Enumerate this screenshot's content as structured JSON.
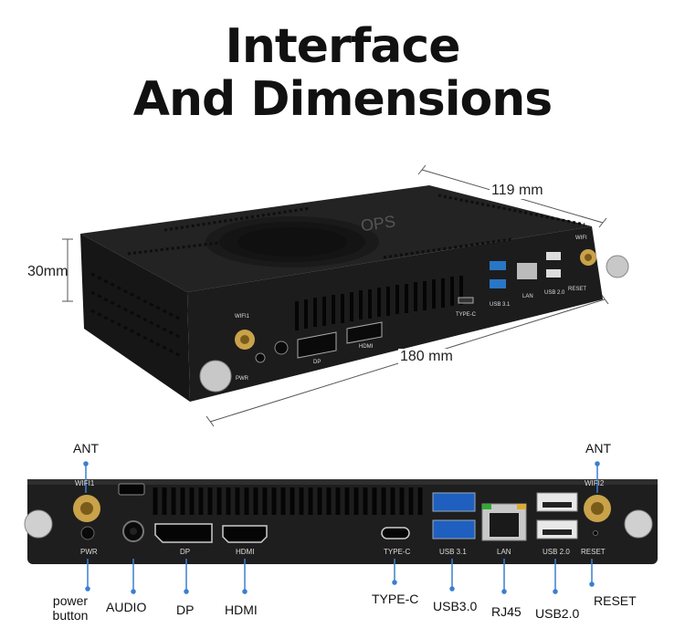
{
  "title": {
    "line1": "Interface",
    "line2": "And Dimensions"
  },
  "dimensions": {
    "width": "119 mm",
    "height": "30mm",
    "length": "180 mm"
  },
  "device_top_labels": {
    "brand": "OPS",
    "wifi1": "WIFI1",
    "wifi": "WIFI",
    "pwr": "PWR",
    "dp": "DP",
    "hdmi": "HDMI",
    "type_c": "TYPE-C",
    "usb31": "USB 3.1",
    "lan": "LAN",
    "usb20": "USB 2.0",
    "reset": "RESET"
  },
  "panel_labels": {
    "wifi1": "WIFI1",
    "wifi2": "WIFI2",
    "pwr": "PWR",
    "dp": "DP",
    "hdmi": "HDMI",
    "type_c": "TYPE-C",
    "usb31": "USB 3.1",
    "lan": "LAN",
    "usb20": "USB 2.0",
    "reset": "RESET"
  },
  "callouts": {
    "ant_left": "ANT",
    "ant_right": "ANT",
    "power_button_1": "power",
    "power_button_2": "button",
    "audio": "AUDIO",
    "dp": "DP",
    "hdmi": "HDMI",
    "type_c": "TYPE-C",
    "usb30": "USB3.0",
    "rj45": "RJ45",
    "usb20": "USB2.0",
    "reset": "RESET"
  },
  "colors": {
    "body": "#1a1a1a",
    "accent_blue": "#2a76c6",
    "usb3_blue": "#1f5fbf",
    "callout_line": "#3a7fd0"
  }
}
